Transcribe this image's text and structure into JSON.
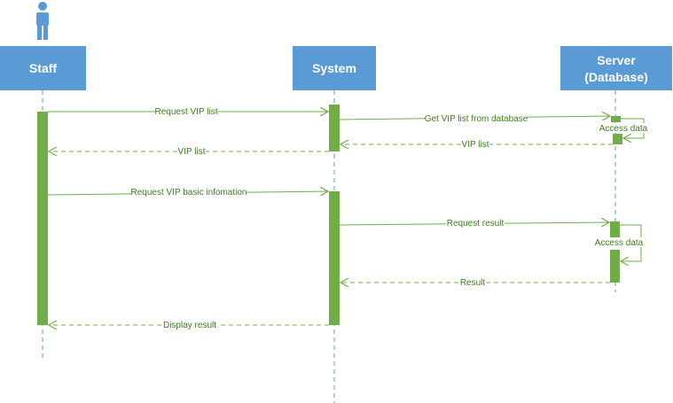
{
  "participants": {
    "staff": "Staff",
    "system": "System",
    "server_line1": "Server",
    "server_line2": "(Database)"
  },
  "messages": {
    "m1": "Request VIP list",
    "m2": "Get VIP list from database",
    "m3": "Access data",
    "m4": "VIP list",
    "m5": "VIP list",
    "m6": "Request VIP basic infomation",
    "m7": "Request result",
    "m8": "Access data",
    "m9": "Result",
    "m10": "Display result"
  },
  "colors": {
    "participant_box": "#5b9bd5",
    "actor_icon": "#5b9bd5",
    "lifeline": "#5b9bd5",
    "activation": "#70ad47",
    "message": "#70ad47",
    "label": "#3e7d1f"
  },
  "icons": {
    "actor": "person-icon"
  }
}
